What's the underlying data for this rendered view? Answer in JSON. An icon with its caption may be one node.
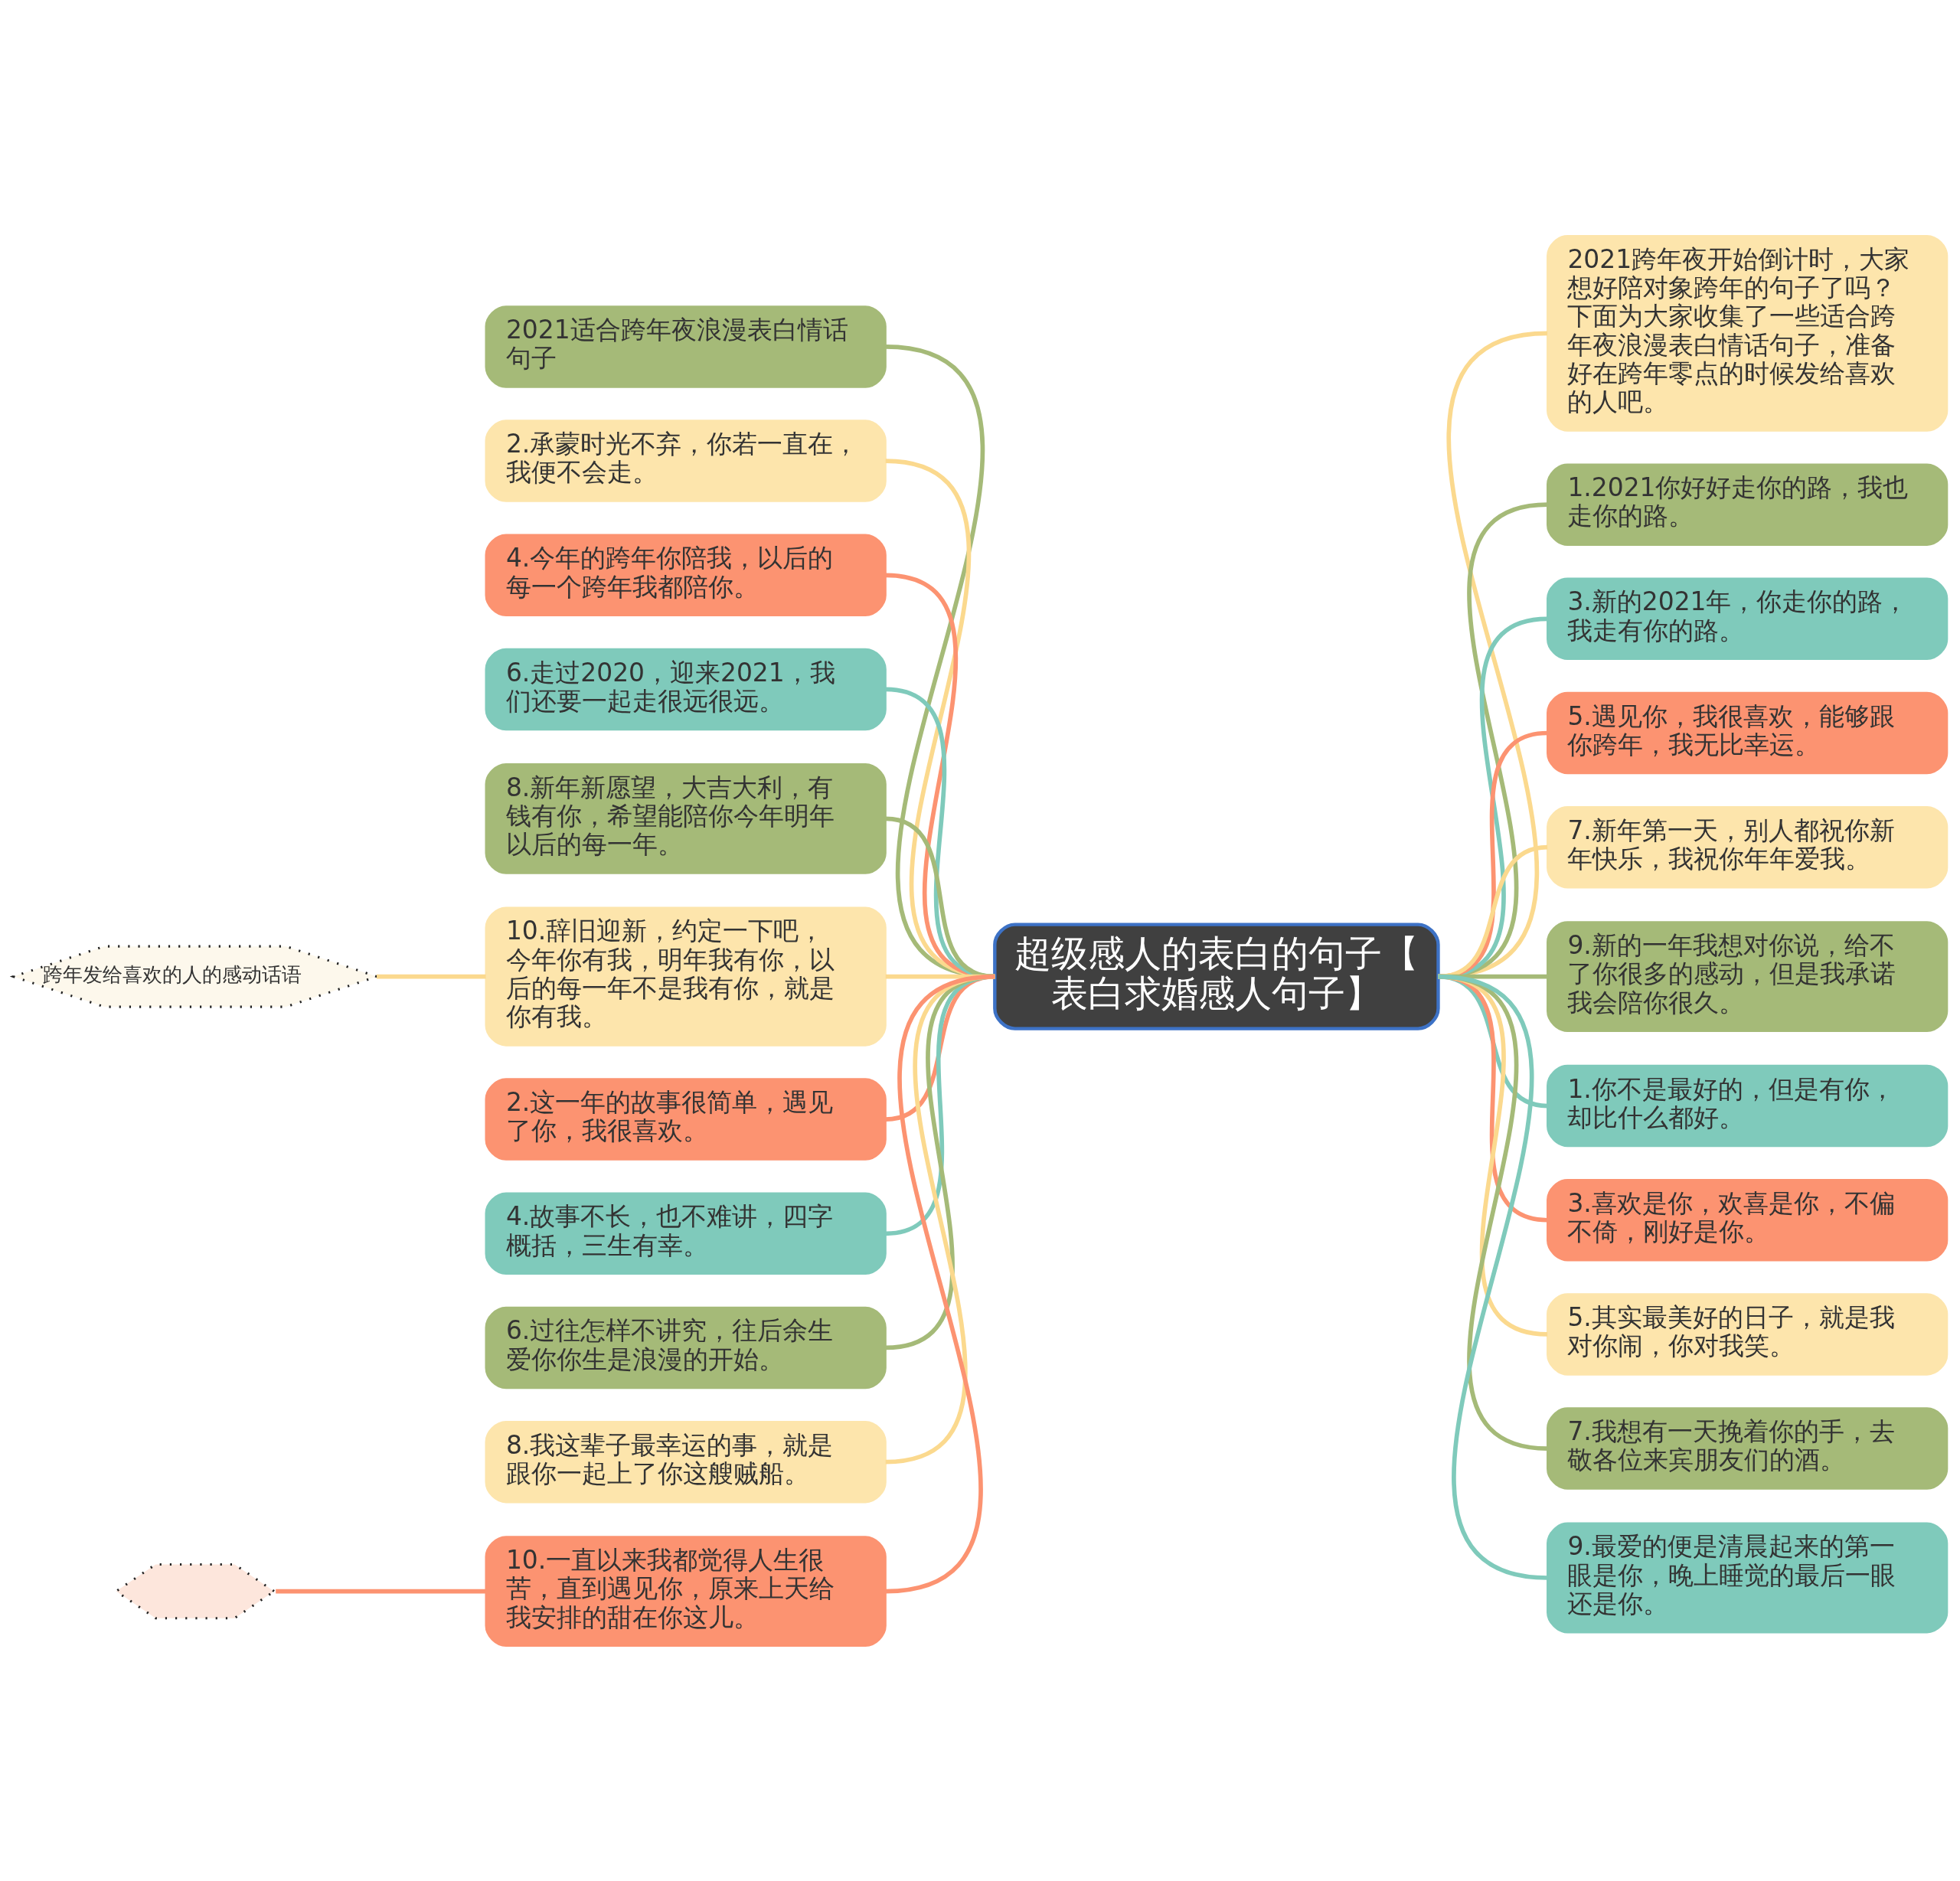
{
  "diagram": {
    "nodes": [
      {
        "text": [
          "超级感人的表白的句子【表白求婚感人句子】"
        ]
      },
      {
        "text": [
          "2021适合跨年夜浪漫表白情话句子"
        ]
      },
      {
        "text": [
          "2.承蒙时光不弃，你若一直在，我便不会走。"
        ]
      },
      {
        "text": [
          "4.今年的跨年你陪我，以后的每一个跨年我都陪你。"
        ]
      },
      {
        "text": [
          "6.走过2020，迎来2021，我们还要一起走很远很远。"
        ]
      },
      {
        "text": [
          "8.新年新愿望，大吉大利，有钱有你，希望能陪你今年明年以后的每一年。"
        ]
      },
      {
        "text": [
          "10.辞旧迎新，约定一下吧，今年你有我，明年我有你，以后的每一年不是我有你，就是你有我。"
        ]
      },
      {
        "text": [
          "2.这一年的故事很简单，遇见了你，我很喜欢。"
        ]
      },
      {
        "text": [
          "4.故事不长，也不难讲，四字概括，三生有幸。"
        ]
      },
      {
        "text": [
          "6.过往怎样不讲究，往后余生爱你你生是浪漫的开始。"
        ]
      },
      {
        "text": [
          "8.我这辈子最幸运的事，就是跟你一起上了你这艘贼船。"
        ]
      },
      {
        "text": [
          "10.一直以来我都觉得人生很苦，直到遇见你，原来上天给我安排的甜在你这儿。"
        ]
      },
      {
        "text": [
          "2021跨年夜开始倒计时，大家想好陪对象跨年的句子了吗？下面为大家收集了一些适合跨年夜浪漫表白情话句子，准备好在跨年零点的时候发给喜欢的人吧。"
        ]
      },
      {
        "text": [
          "1.2021你好好走你的路，我也走你的路。"
        ]
      },
      {
        "text": [
          "3.新的2021年，你走你的路，我走有你的路。"
        ]
      },
      {
        "text": [
          "5.遇见你，我很喜欢，能够跟你跨年，我无比幸运。"
        ]
      },
      {
        "text": [
          "7.新年第一天，别人都祝你新年快乐，我祝你年年爱我。"
        ]
      },
      {
        "text": [
          "9.新的一年我想对你说，给不了你很多的感动，但是我承诺我会陪你很久。"
        ]
      },
      {
        "text": [
          "1.你不是最好的，但是有你，却比什么都好。"
        ]
      },
      {
        "text": [
          "3.喜欢是你，欢喜是你，不偏不倚，刚好是你。"
        ]
      },
      {
        "text": [
          "5.其实最美好的日子，就是我对你闹，你对我笑。"
        ]
      },
      {
        "text": [
          "7.我想有一天挽着你的手，去敬各位来宾朋友们的酒。"
        ]
      },
      {
        "text": [
          "9.最爱的便是清晨起来的第一眼是你，晚上睡觉的最后一眼还是你。"
        ]
      },
      {
        "text": [
          "跨年发给喜欢的人的感动话语"
        ]
      },
      {
        "text": [],
        "shape": "hexagon"
      }
    ],
    "edges": [
      {
        "from": 0,
        "to": 1,
        "arrow": "none",
        "color": "#a5ba78"
      },
      {
        "from": 0,
        "to": 2,
        "arrow": "none",
        "color": "#fbd98e"
      },
      {
        "from": 0,
        "to": 3,
        "arrow": "none",
        "color": "#fc9371"
      },
      {
        "from": 0,
        "to": 4,
        "arrow": "none",
        "color": "#7fcabb"
      },
      {
        "from": 0,
        "to": 5,
        "arrow": "none",
        "color": "#a5ba78"
      },
      {
        "from": 0,
        "to": 6,
        "arrow": "none",
        "color": "#fbd98e"
      },
      {
        "from": 0,
        "to": 7,
        "arrow": "none",
        "color": "#fc9371"
      },
      {
        "from": 0,
        "to": 8,
        "arrow": "none",
        "color": "#7fcabb"
      },
      {
        "from": 0,
        "to": 9,
        "arrow": "none",
        "color": "#a5ba78"
      },
      {
        "from": 0,
        "to": 10,
        "arrow": "none",
        "color": "#fbd98e"
      },
      {
        "from": 0,
        "to": 11,
        "arrow": "none",
        "color": "#fc9371"
      },
      {
        "from": 0,
        "to": 12,
        "arrow": "none",
        "color": "#fbd98e"
      },
      {
        "from": 0,
        "to": 13,
        "arrow": "none",
        "color": "#a5ba78"
      },
      {
        "from": 0,
        "to": 14,
        "arrow": "none",
        "color": "#7fcabb"
      },
      {
        "from": 0,
        "to": 15,
        "arrow": "none",
        "color": "#fc9371"
      },
      {
        "from": 0,
        "to": 16,
        "arrow": "none",
        "color": "#fbd98e"
      },
      {
        "from": 0,
        "to": 17,
        "arrow": "none",
        "color": "#a5ba78"
      },
      {
        "from": 0,
        "to": 18,
        "arrow": "none",
        "color": "#7fcabb"
      },
      {
        "from": 0,
        "to": 19,
        "arrow": "none",
        "color": "#fc9371"
      },
      {
        "from": 0,
        "to": 20,
        "arrow": "none",
        "color": "#fbd98e"
      },
      {
        "from": 0,
        "to": 21,
        "arrow": "none",
        "color": "#a5ba78"
      },
      {
        "from": 0,
        "to": 22,
        "arrow": "none",
        "color": "#7fcabb"
      },
      {
        "from": 6,
        "to": 23,
        "arrow": "none",
        "color": "#fbd98e"
      },
      {
        "from": 11,
        "to": 24,
        "arrow": "none",
        "color": "#fc9371"
      }
    ]
  }
}
